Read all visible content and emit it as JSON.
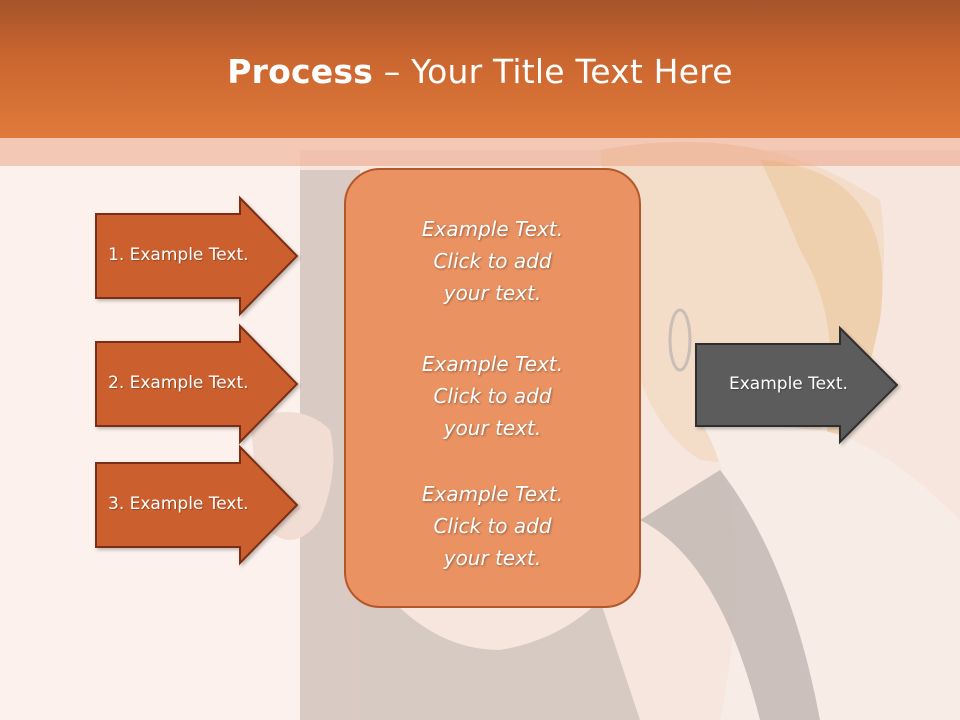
{
  "title": {
    "bold": "Process",
    "rest": " – Your Title Text Here"
  },
  "left_arrows": [
    {
      "label": "1. Example Text."
    },
    {
      "label": "2. Example Text."
    },
    {
      "label": "3. Example Text."
    }
  ],
  "center_blocks": [
    {
      "line1": "Example Text.",
      "line2": "Click  to add",
      "line3": "your text."
    },
    {
      "line1": "Example Text.",
      "line2": "Click  to add",
      "line3": "your text."
    },
    {
      "line1": "Example Text.",
      "line2": "Click  to add",
      "line3": "your text."
    }
  ],
  "right_arrow": {
    "label": "Example Text."
  },
  "colors": {
    "title_bar": "#c9652f",
    "left_arrow_fill": "#cc5f2f",
    "center_box_fill": "#ea9262",
    "right_arrow_fill": "#5b5b5b"
  }
}
